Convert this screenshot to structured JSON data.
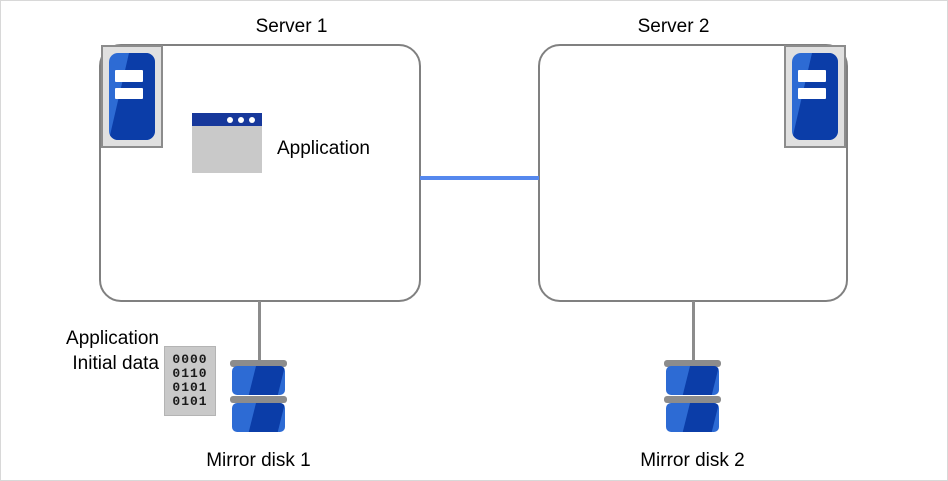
{
  "diagram": {
    "type": "mirror-disk-cluster",
    "servers": [
      {
        "title": "Server 1",
        "icon_name": "server-icon",
        "contents": [
          {
            "label": "Application",
            "icon_name": "application-window-icon"
          }
        ]
      },
      {
        "title": "Server 2",
        "icon_name": "server-icon",
        "contents": []
      }
    ],
    "disks": [
      {
        "label": "Mirror disk 1",
        "icon_name": "disk-icon"
      },
      {
        "label": "Mirror disk 2",
        "icon_name": "disk-icon"
      }
    ],
    "data_block": {
      "caption_line1": "Application",
      "caption_line2": "Initial data",
      "icon_name": "binary-data-icon",
      "rows": [
        "0000",
        "0110",
        "0101",
        "0101"
      ]
    },
    "links": [
      {
        "name": "interconnect",
        "from": "Server 1",
        "to": "Server 2",
        "style": "blue-line"
      },
      {
        "name": "server1-to-disk1",
        "from": "Server 1",
        "to": "Mirror disk 1",
        "style": "gray-line"
      },
      {
        "name": "server2-to-disk2",
        "from": "Server 2",
        "to": "Mirror disk 2",
        "style": "gray-line"
      }
    ],
    "colors": {
      "interconnect": "#5588ee",
      "connector": "#8c8c8c",
      "box_border": "#808080",
      "icon_blue_light": "#2d6bd4",
      "icon_blue_dark": "#0b3da8",
      "icon_gray": "#c9c9c9",
      "titlebar": "#17389b",
      "page_border": "#d8d8d8"
    }
  }
}
